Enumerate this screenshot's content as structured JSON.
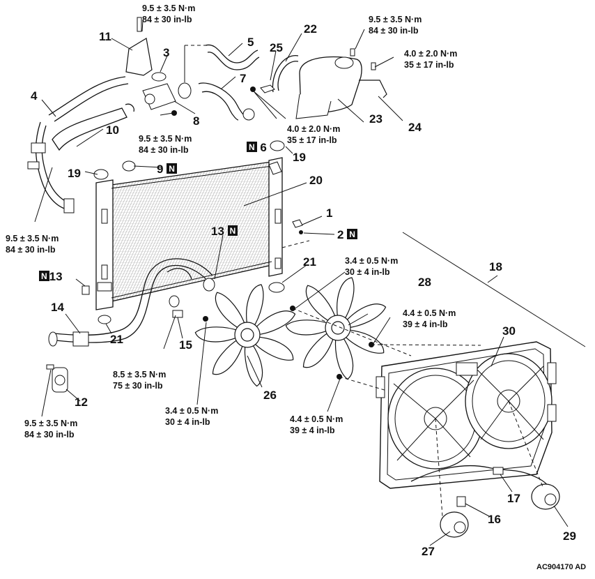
{
  "parts": {
    "p1": "1",
    "p2": "2",
    "p3": "3",
    "p4": "4",
    "p5": "5",
    "p6": "6",
    "p7": "7",
    "p8": "8",
    "p9": "9",
    "p10": "10",
    "p11": "11",
    "p12": "12",
    "p13a": "13",
    "p13b": "13",
    "p14": "14",
    "p15": "15",
    "p16": "16",
    "p17": "17",
    "p18": "18",
    "p19a": "19",
    "p19b": "19",
    "p20": "20",
    "p21a": "21",
    "p21b": "21",
    "p22": "22",
    "p23": "23",
    "p24": "24",
    "p25": "25",
    "p26": "26",
    "p27": "27",
    "p28": "28",
    "p29": "29",
    "p30": "30"
  },
  "new_part_marker": "N",
  "torques": {
    "t_top_bolt": [
      "9.5 ± 3.5 N·m",
      "84 ± 30 in-lb"
    ],
    "t_top_right": [
      "9.5 ± 3.5 N·m",
      "84 ± 30 in-lb"
    ],
    "t_tank_bracket": [
      "4.0 ± 2.0 N·m",
      "35 ± 17 in-lb"
    ],
    "t_center": [
      "9.5 ± 3.5 N·m",
      "84 ± 30 in-lb"
    ],
    "t_tank": [
      "4.0 ± 2.0 N·m",
      "35 ± 17 in-lb"
    ],
    "t_left": [
      "9.5 ± 3.5 N·m",
      "84 ± 30 in-lb"
    ],
    "t_fan_right": [
      "3.4 ± 0.5 N·m",
      "30 ± 4 in-lb"
    ],
    "t_shroud_upper": [
      "4.4 ± 0.5 N·m",
      "39 ± 4 in-lb"
    ],
    "t_lower_hose": [
      "8.5 ± 3.5 N·m",
      "75 ± 30 in-lb"
    ],
    "t_fan_left": [
      "3.4 ± 0.5 N·m",
      "30 ± 4 in-lb"
    ],
    "t_shroud_lower": [
      "4.4 ± 0.5 N·m",
      "39 ± 4 in-lb"
    ],
    "t_bottom_left": [
      "9.5 ± 3.5 N·m",
      "84 ± 30 in-lb"
    ]
  },
  "figure_code": "AC904170 AD"
}
